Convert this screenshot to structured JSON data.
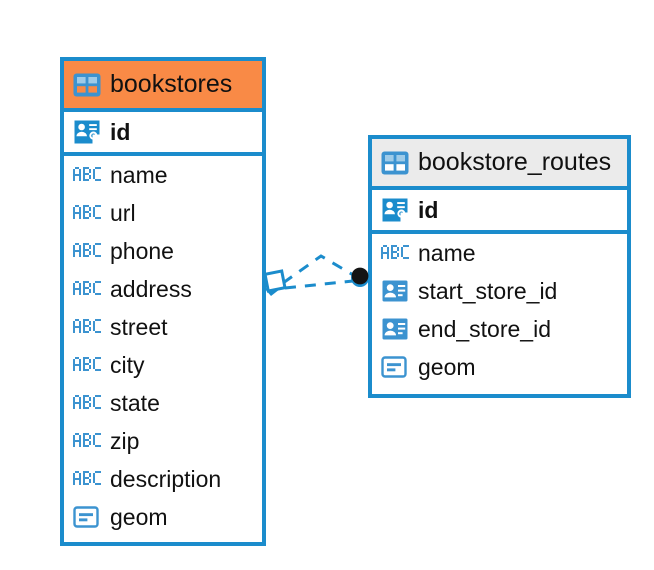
{
  "diagram": {
    "type": "entity-relationship-diagram",
    "colors": {
      "border_blue": "#1b8ccc",
      "header_orange": "#f98a46",
      "header_grey": "#ebebeb",
      "icon_blue": "#3c93d0",
      "text": "#111111",
      "connector_blue": "#1b8ccc",
      "connector_dot": "#141414"
    },
    "entities": [
      {
        "name": "bookstores",
        "header_style": "accent-orange",
        "header_icon": "table-icon",
        "fields": [
          {
            "label": "id",
            "icon": "primary-key-icon",
            "key": true
          },
          {
            "label": "name",
            "icon": "abc-text-icon",
            "key": false
          },
          {
            "label": "url",
            "icon": "abc-text-icon",
            "key": false
          },
          {
            "label": "phone",
            "icon": "abc-text-icon",
            "key": false
          },
          {
            "label": "address",
            "icon": "abc-text-icon",
            "key": false
          },
          {
            "label": "street",
            "icon": "abc-text-icon",
            "key": false
          },
          {
            "label": "city",
            "icon": "abc-text-icon",
            "key": false
          },
          {
            "label": "state",
            "icon": "abc-text-icon",
            "key": false
          },
          {
            "label": "zip",
            "icon": "abc-text-icon",
            "key": false
          },
          {
            "label": "description",
            "icon": "abc-text-icon",
            "key": false
          },
          {
            "label": "geom",
            "icon": "geometry-icon",
            "key": false
          }
        ]
      },
      {
        "name": "bookstore_routes",
        "header_style": "accent-grey",
        "header_icon": "table-icon",
        "fields": [
          {
            "label": "id",
            "icon": "primary-key-icon",
            "key": true
          },
          {
            "label": "name",
            "icon": "abc-text-icon",
            "key": false
          },
          {
            "label": "start_store_id",
            "icon": "foreign-key-icon",
            "key": false
          },
          {
            "label": "end_store_id",
            "icon": "foreign-key-icon",
            "key": false
          },
          {
            "label": "geom",
            "icon": "geometry-icon",
            "key": false
          }
        ]
      }
    ],
    "relationship": {
      "from_entity": "bookstores",
      "to_entity": "bookstore_routes",
      "from_marker": "zero-or-many-diamond",
      "to_marker": "one-filled-circle",
      "line_style": "dashed"
    }
  }
}
